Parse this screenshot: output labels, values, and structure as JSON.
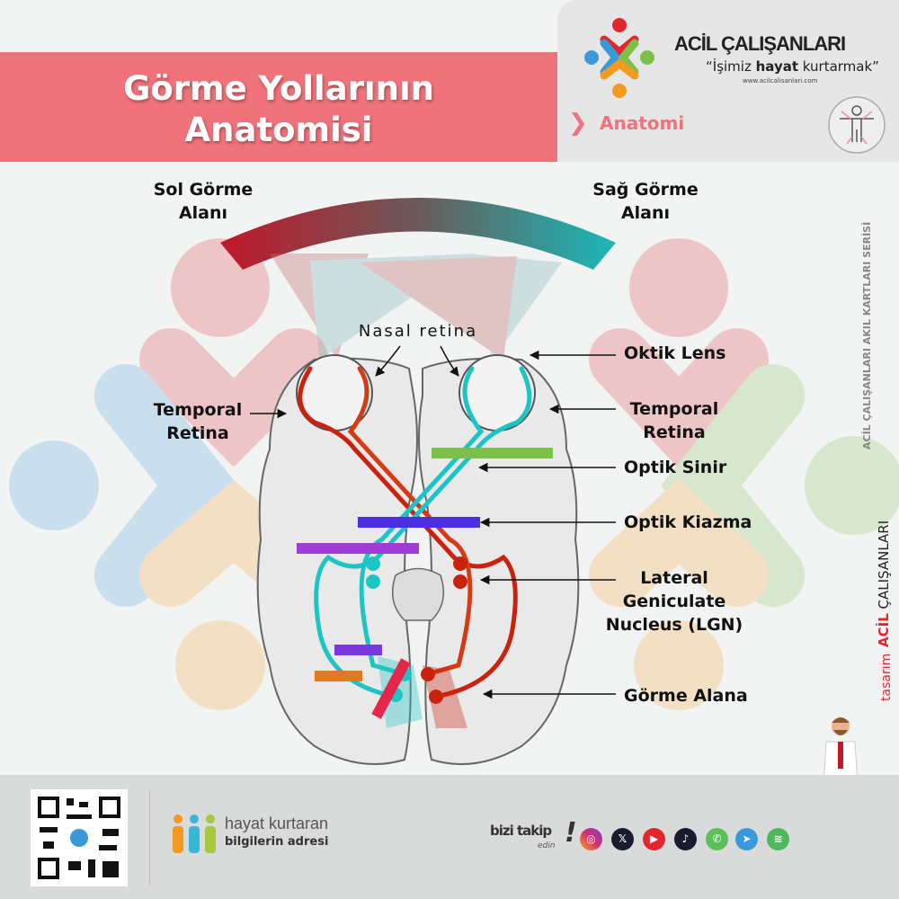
{
  "header": {
    "title_line1": "Görme Yollarının",
    "title_line2": "Anatomisi",
    "brand": "ACİL ÇALIŞANLARI",
    "slogan_pre": "“İşimiz ",
    "slogan_bold": "hayat",
    "slogan_post": " kurtarmak”",
    "url": "www.acilcalisanlari.com",
    "category": "Anatomi"
  },
  "side": {
    "series": "ACİL ÇALIŞANLARI AKIL KARTLARI SERİSİ",
    "brand_red": "ACİL",
    "brand_dark": "ÇALIŞANLARI",
    "design": "tasarım"
  },
  "diagram": {
    "left_field": [
      "Sol Görme",
      "Alanı"
    ],
    "right_field": [
      "Sağ Görme",
      "Alanı"
    ],
    "nasal": "Nasal retina",
    "lens": "Oktik Lens",
    "temporal_right": [
      "Temporal",
      "Retina"
    ],
    "temporal_left": [
      "Temporal",
      "Retina"
    ],
    "nerve": "Optik Sinir",
    "chiasm": "Optik Kiazma",
    "lgn": [
      "Lateral",
      "Geniculate",
      "Nucleus (LGN)"
    ],
    "cortex": "Görme Alana"
  },
  "footer": {
    "tagline1": "hayat kurtaran",
    "tagline2": "bilgilerin adresi",
    "follow": "bizi takip",
    "follow_sub": "edin",
    "social": [
      {
        "name": "instagram",
        "color": "#d6306f"
      },
      {
        "name": "x",
        "color": "#1b1b2f"
      },
      {
        "name": "youtube",
        "color": "#e3262e"
      },
      {
        "name": "tiktok",
        "color": "#1b1b2f"
      },
      {
        "name": "whatsapp",
        "color": "#5cbf5a"
      },
      {
        "name": "telegram",
        "color": "#3a9ad9"
      },
      {
        "name": "spotify",
        "color": "#4cb95b"
      }
    ]
  }
}
